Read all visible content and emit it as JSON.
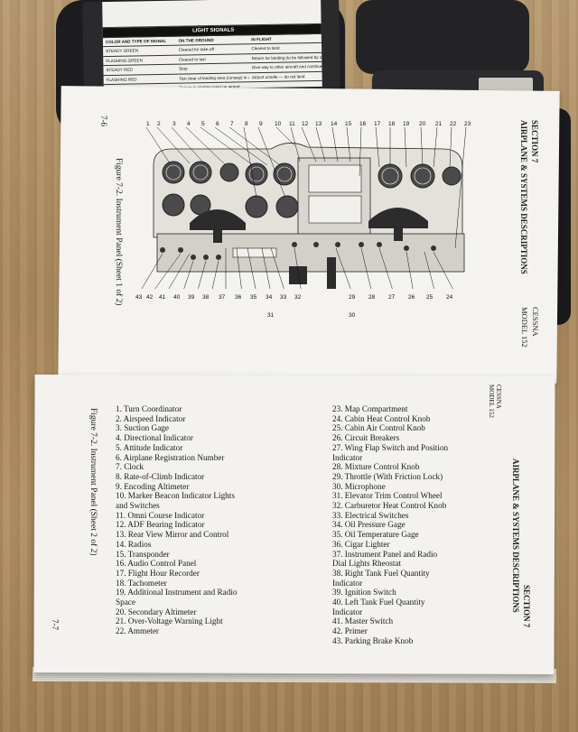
{
  "card": {
    "header": "LIGHT SIGNALS",
    "col1": "COLOR AND TYPE OF SIGNAL",
    "col2": "ON THE GROUND",
    "col3": "IN FLIGHT",
    "rows": [
      [
        "STEADY GREEN",
        "Cleared for take-off",
        "Cleared to land"
      ],
      [
        "FLASHING GREEN",
        "Cleared to taxi",
        "Return for landing (to be followed by steady green at proper time)"
      ],
      [
        "STEADY RED",
        "Stop",
        "Give way to other aircraft and continue circling"
      ],
      [
        "FLASHING RED",
        "Taxi clear of landing area (runway) in use",
        "Airport unsafe — do not land"
      ],
      [
        "FLASHING WHITE",
        "Return to starting point on airport",
        ""
      ]
    ]
  },
  "top_page": {
    "page_num": "7-6",
    "section": "SECTION 7",
    "section_title": "AIRPLANE & SYSTEMS DESCRIPTIONS",
    "brand": "CESSNA",
    "model": "MODEL 152",
    "caption": "Figure 7-2.  Instrument Panel (Sheet 1 of 2)",
    "callouts_top": [
      "1",
      "2",
      "3",
      "4",
      "5",
      "6",
      "7",
      "8",
      "9",
      "10",
      "11",
      "12",
      "13",
      "14",
      "15",
      "16",
      "17",
      "18",
      "19",
      "20",
      "21",
      "22",
      "23"
    ],
    "callouts_bottom": [
      "43",
      "42",
      "41",
      "40",
      "39",
      "38",
      "37",
      "36",
      "35",
      "34",
      "33",
      "32",
      "31",
      "30",
      "29",
      "28",
      "27",
      "26",
      "25",
      "24"
    ]
  },
  "bottom_page": {
    "page_num": "7-7",
    "section": "SECTION 7",
    "section_title": "AIRPLANE & SYSTEMS DESCRIPTIONS",
    "brand": "CESSNA",
    "model": "MODEL 152",
    "caption": "Figure 7-2.  Instrument Panel (Sheet 2 of 2)",
    "left_list": [
      " 1.   Turn Coordinator",
      " 2.   Airspeed Indicator",
      " 3.   Suction Gage",
      " 4.   Directional Indicator",
      " 5.   Attitude Indicator",
      " 6.   Airplane Registration Number",
      " 7.   Clock",
      " 8.   Rate-of-Climb Indicator",
      " 9.   Encoding Altimeter",
      "10.   Marker Beacon Indicator Lights",
      "        and Switches",
      "11.   Omni Course Indicator",
      "12.   ADF Bearing Indicator",
      "13.   Rear View Mirror and Control",
      "14.   Radios",
      "15.   Transponder",
      "16.   Audio Control Panel",
      "17.   Flight Hour Recorder",
      "18.   Tachometer",
      "19.   Additional Instrument and Radio",
      "        Space",
      "20.   Secondary Altimeter",
      "21.   Over-Voltage Warning Light",
      "22.   Ammeter"
    ],
    "right_list": [
      "23.   Map Compartment",
      "24.   Cabin Heat Control Knob",
      "25.   Cabin Air Control Knob",
      "26.   Circuit Breakers",
      "27.   Wing Flap Switch and Position",
      "        Indicator",
      "28.   Mixture Control Knob",
      "29.   Throttle (With Friction Lock)",
      "30.   Microphone",
      "31.   Elevator Trim Control Wheel",
      "32.   Carburetor Heat Control Knob",
      "33.   Electrical Switches",
      "34.   Oil Pressure Gage",
      "35.   Oil Temperature Gage",
      "36.   Cigar Lighter",
      "37.   Instrument Panel and Radio",
      "        Dial Lights Rheostat",
      "38.   Right Tank Fuel Quantity",
      "        Indicator",
      "39.   Ignition Switch",
      "40.   Left Tank Fuel Quantity",
      "        Indicator",
      "41.   Master Switch",
      "42.   Primer",
      "43.   Parking Brake Knob"
    ]
  }
}
